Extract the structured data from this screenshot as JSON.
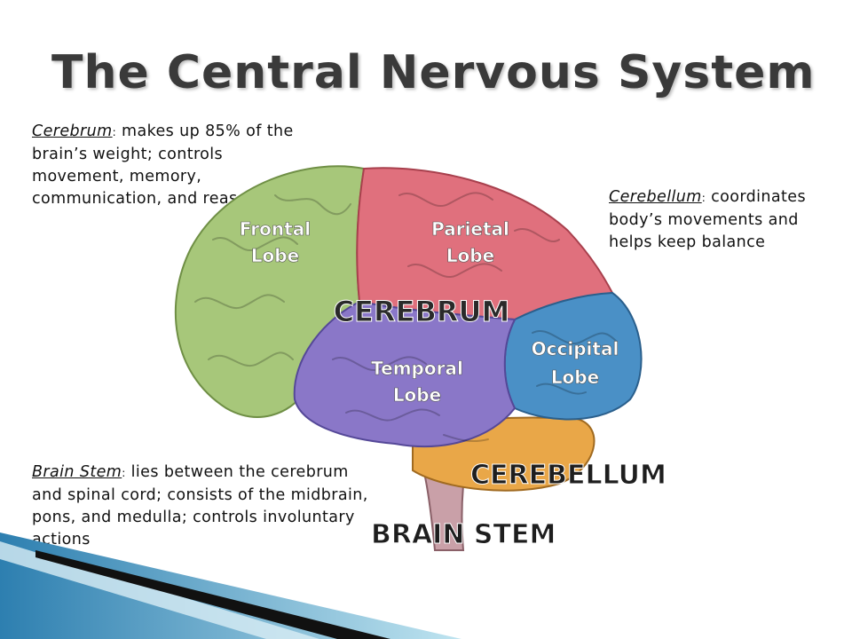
{
  "title": "The Central Nervous System",
  "notes": {
    "cerebrum": {
      "term": "Cerebrum",
      "text": " makes up 85% of the brain’s weight; controls movement, memory, communication, and reasoning"
    },
    "cerebellum": {
      "term": "Cerebellum",
      "text": " coordinates body’s movements and helps keep balance"
    },
    "brain_stem": {
      "term": "Brain Stem",
      "text": " lies between the cerebrum and spinal cord; consists of the midbrain, pons, and medulla; controls involuntary actions"
    }
  },
  "diagram": {
    "lobes": {
      "frontal": {
        "line1": "Frontal",
        "line2": "Lobe",
        "color": "#a7c77a"
      },
      "parietal": {
        "line1": "Parietal",
        "line2": "Lobe",
        "color": "#e0707d"
      },
      "temporal": {
        "line1": "Temporal",
        "line2": "Lobe",
        "color": "#8a77c8"
      },
      "occipital": {
        "line1": "Occipital",
        "line2": "Lobe",
        "color": "#4a90c6"
      }
    },
    "labels": {
      "cerebrum": "CEREBRUM",
      "cerebellum": "CEREBELLUM",
      "brain_stem": "BRAIN STEM"
    },
    "cerebellum_color": "#e9a748"
  }
}
